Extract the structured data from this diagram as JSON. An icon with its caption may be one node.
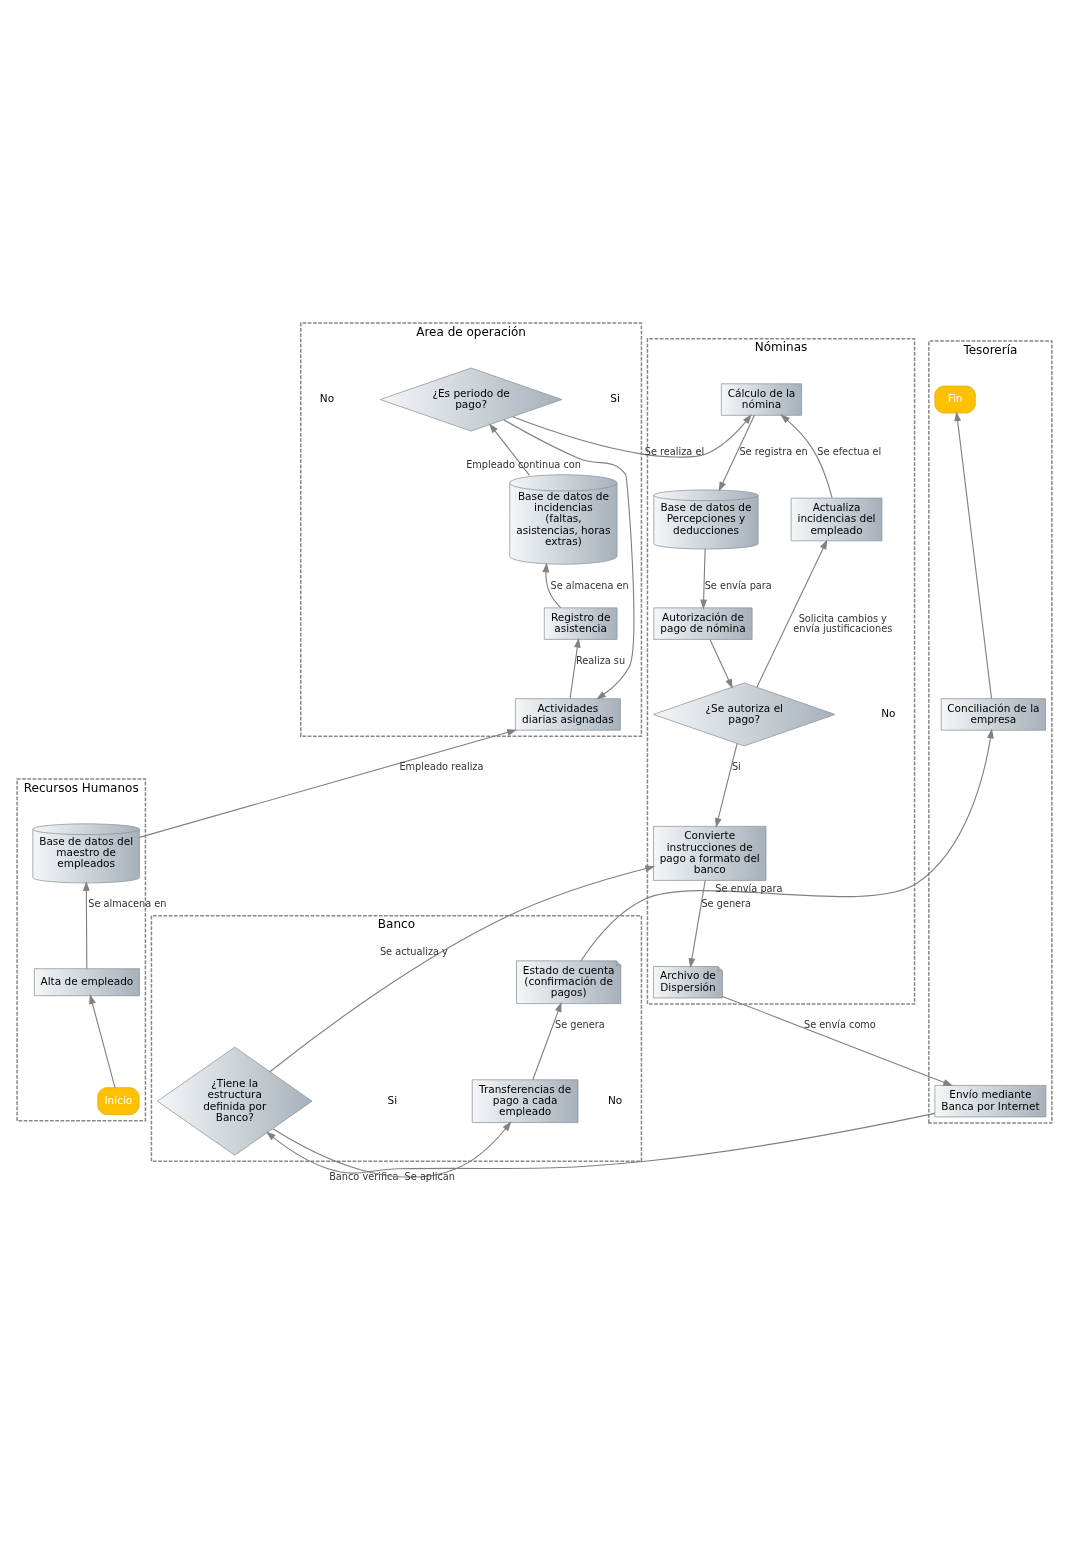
{
  "diagram": {
    "nodes": [
      {
        "text": [
          "Recursos Humanos"
        ]
      },
      {
        "text": [
          "Area de operación"
        ]
      },
      {
        "text": [
          "Nóminas"
        ]
      },
      {
        "text": [
          "Tesorería"
        ]
      },
      {
        "text": [
          "Banco"
        ]
      },
      {
        "text": [
          "Inicio"
        ],
        "in": 0
      },
      {
        "text": [
          "Alta de empleado"
        ],
        "in": 0
      },
      {
        "text": [
          "Base de datos del maestro de empleados"
        ],
        "in": 0
      },
      {
        "text": [
          "Actividades diarias asignadas"
        ],
        "in": 1
      },
      {
        "text": [
          "Registro de asistencia"
        ],
        "in": 1
      },
      {
        "text": [
          "Base de datos de incidencias (faltas, asistencias, horas extras)"
        ],
        "in": 1
      },
      {
        "text": [
          "¿Es periodo de pago?"
        ],
        "in": 1
      },
      {
        "text": [
          "Cálculo de la nómina"
        ],
        "in": 2
      },
      {
        "text": [
          "Base de datos de Percepciones y deducciones"
        ],
        "in": 2
      },
      {
        "text": [
          "Autorización de pago de nómina"
        ],
        "in": 2
      },
      {
        "text": [
          "¿Se autoriza el pago?"
        ],
        "in": 2
      },
      {
        "text": [
          "Actualiza incidencias del empleado"
        ],
        "in": 2
      },
      {
        "text": [
          "Convierte instrucciones de pago a formato del banco"
        ],
        "in": 2
      },
      {
        "text": [
          "Archivo de Dispersión"
        ],
        "in": 2
      },
      {
        "text": [
          "Envío mediante Banca por Internet"
        ],
        "in": 3
      },
      {
        "text": [
          "Conciliación de la empresa"
        ],
        "in": 3
      },
      {
        "text": [
          "Fin"
        ],
        "in": 3
      },
      {
        "text": [
          "¿Tiene la estructura definida por Banco?"
        ],
        "in": 4
      },
      {
        "text": [
          "Transferencias de pago a cada empleado"
        ],
        "in": 4
      },
      {
        "text": [
          "Estado de cuenta (confirmación de pagos)"
        ],
        "in": 4
      }
    ],
    "edges": [
      {
        "from": 5,
        "to": 6,
        "arrow": "to"
      },
      {
        "from": 6,
        "to": 7,
        "arrow": "to",
        "label": "Se almacena en"
      },
      {
        "from": 7,
        "to": 8,
        "arrow": "to",
        "label": "Empleado realiza"
      },
      {
        "from": 8,
        "to": 9,
        "arrow": "to",
        "label": "Realiza su"
      },
      {
        "from": 9,
        "to": 10,
        "arrow": "to",
        "label": "Se almacena en"
      },
      {
        "from": 10,
        "to": 11,
        "arrow": "to"
      },
      {
        "from": 11,
        "to": 12,
        "arrow": "to",
        "label": "Se realiza el"
      },
      {
        "from": 11,
        "to": 8,
        "arrow": "to",
        "label": "Empleado continua con"
      },
      {
        "from": 12,
        "to": 13,
        "arrow": "to",
        "label": "Se registra en"
      },
      {
        "from": 13,
        "to": 14,
        "arrow": "to",
        "label": "Se envía para"
      },
      {
        "from": 14,
        "to": 15,
        "arrow": "to"
      },
      {
        "from": 15,
        "to": 16,
        "arrow": "to",
        "label": "Solicita cambios y envía justificaciones"
      },
      {
        "from": 16,
        "to": 12,
        "arrow": "to",
        "label": "Se efectua el"
      },
      {
        "from": 15,
        "to": 17,
        "arrow": "to",
        "label": "Si"
      },
      {
        "from": 17,
        "to": 18,
        "arrow": "to",
        "label": "Se genera"
      },
      {
        "from": 18,
        "to": 19,
        "arrow": "to",
        "label": "Se envía como"
      },
      {
        "from": 19,
        "to": 22,
        "arrow": "to",
        "label": "Banco verifica"
      },
      {
        "from": 22,
        "to": 17,
        "arrow": "to",
        "label": "Se actualiza y"
      },
      {
        "from": 22,
        "to": 23,
        "arrow": "to",
        "label": "Se aplican"
      },
      {
        "from": 23,
        "to": 24,
        "arrow": "to",
        "label": "Se genera"
      },
      {
        "from": 24,
        "to": 20,
        "arrow": "to",
        "label": "Se envía para"
      },
      {
        "from": 20,
        "to": 21,
        "arrow": "to"
      }
    ],
    "labels": [
      "No",
      "Si",
      "No",
      "No",
      "Si"
    ]
  }
}
